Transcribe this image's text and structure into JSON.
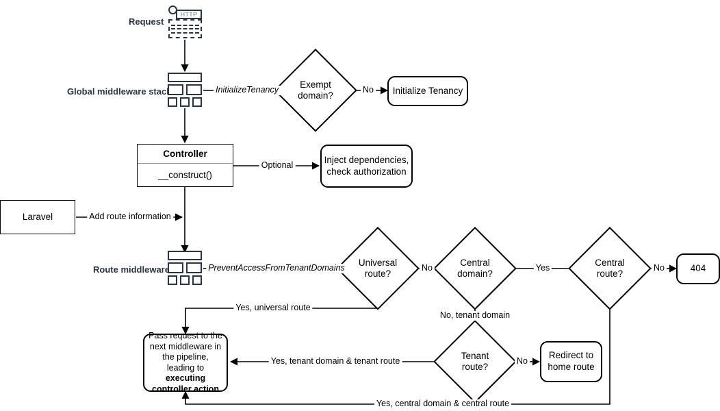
{
  "diagram": {
    "title": "Laravel multi-tenancy request lifecycle flowchart",
    "colors": {
      "line": "#000000",
      "caption": "#2b3443",
      "glyph_stroke": "#2b3443",
      "http_label": "#6b737f",
      "background": "#ffffff"
    }
  },
  "captions": {
    "request": "Request",
    "global_middleware_stack": "Global middleware stack",
    "route_middleware": "Route middleware"
  },
  "glyphs": {
    "http_label": "HTTP"
  },
  "nodes": {
    "exempt_domain": "Exempt\ndomain?",
    "initialize_tenancy": "Initialize Tenancy",
    "controller_title": "Controller",
    "controller_method": "__construct()",
    "inject_dependencies": "Inject dependencies,\ncheck authorization",
    "laravel": "Laravel",
    "universal_route": "Universal\nroute?",
    "central_domain": "Central\ndomain?",
    "central_route": "Central\nroute?",
    "not_found": "404",
    "tenant_route": "Tenant\nroute?",
    "redirect_home": "Redirect to\nhome route",
    "pass_request_plain_1": "Pass request to the",
    "pass_request_plain_2": "next middleware in",
    "pass_request_plain_3": "the pipeline, leading",
    "pass_request_plain_4": "to ",
    "pass_request_bold_1": "executing",
    "pass_request_bold_2": "controller action"
  },
  "edges": {
    "initialize_tenancy_mw": "InitializeTenancy",
    "exempt_no": "No",
    "optional": "Optional",
    "add_route_information": "Add route information",
    "prevent_access": "PreventAccessFromTenantDomains",
    "universal_no": "No",
    "central_domain_yes": "Yes",
    "central_route_no": "No",
    "no_tenant_domain": "No, tenant domain",
    "tenant_route_no": "No",
    "yes_universal_route": "Yes, universal route",
    "yes_tenant_domain_tenant_route": "Yes, tenant domain & tenant route",
    "yes_central_domain_central_route": "Yes, central domain & central route"
  }
}
